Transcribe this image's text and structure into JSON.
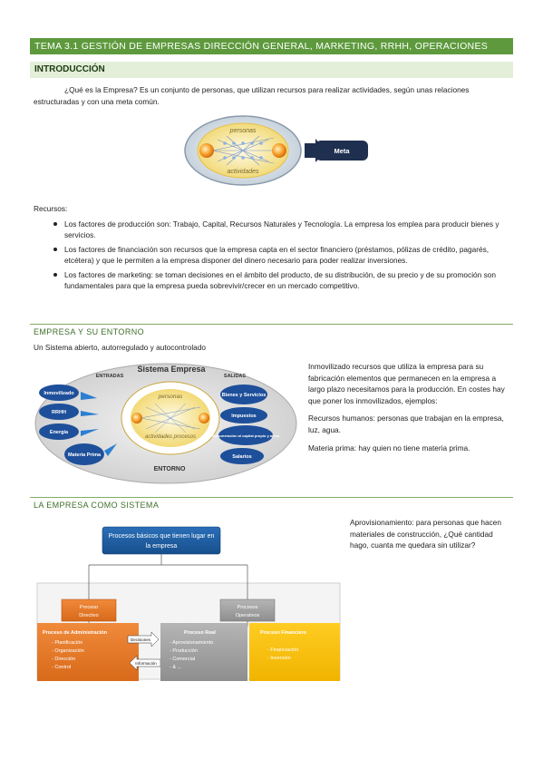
{
  "header": {
    "title": "TEMA 3.1 GESTIÓN DE EMPRESAS DIRECCIÓN GENERAL, MARKETING, RRHH, OPERACIONES",
    "intro": "INTRODUCCIÓN"
  },
  "intro": {
    "question": "¿Qué es la Empresa? Es un conjunto de personas, que utilizan recursos para realizar actividades, según unas relaciones estructuradas y con una meta común.",
    "diagram": {
      "top": "personas",
      "bottom": "actividades",
      "goal": "Meta"
    }
  },
  "resources": {
    "label": "Recursos:",
    "items": [
      "Los factores de producción son: Trabajo, Capital, Recursos Naturales y Tecnología. La empresa los emplea para producir bienes y servicios.",
      "Los factores de financiación son recursos que la empresa capta en el sector financiero (préstamos, pólizas de crédito, pagarés, etcétera) y que le permiten a la empresa disponer del dinero necesario para poder realizar inversiones.",
      "Los factores de marketing: se toman decisiones en el ámbito del producto, de su distribución, de su precio y de su promoción son fundamentales para que la empresa pueda sobrevivir/crecer en un mercado competitivo."
    ]
  },
  "entorno_section": {
    "heading": "EMPRESA Y SU ENTORNO",
    "subtitle": "Un Sistema abierto, autorregulado y autocontrolado",
    "diagram": {
      "title": "Sistema Empresa",
      "inputs_label": "ENTRADAS",
      "outputs_label": "SALIDAS",
      "inputs": [
        "Inmovilizado",
        "RRHH",
        "Energía",
        "Materia Prima"
      ],
      "outputs": [
        "Bienes y Servicios",
        "Impuestos",
        "Remuneración al capital propio y ajeno",
        "Salarios"
      ],
      "center_top": "personas",
      "center_bottom": "actividades procesos",
      "footer": "ENTORNO"
    },
    "side": [
      "Inmovilizado recursos que utiliza la empresa para su fabricación elementos que permanecen en la empresa a largo plazo necesitamos para la producción. En costes hay que poner los inmovilizados, ejemplos:",
      "Recursos humanos: personas que trabajan en la empresa, luz, agua.",
      "Materia prima: hay quien no tiene materia prima."
    ]
  },
  "sistema_section": {
    "heading": "LA EMPRESA COMO SISTEMA",
    "side": "Aprovisionamiento: para personas que hacen materiales de construcción, ¿Qué cantidad hago, cuanta me quedara sin utilizar?",
    "diagram": {
      "top": "Procesos básicos que tienen lugar en la empresa",
      "directivo": "Proceso Directivo",
      "operativo": "Procesos Operativos",
      "admin_title": "Proceso de Administración",
      "admin_items": [
        "Planificación",
        "Organización",
        "Dirección",
        "Control"
      ],
      "real_title": "Proceso Real",
      "real_items": [
        "Aprovisionamiento",
        "Producción",
        "Comercial",
        "& ..."
      ],
      "fin_title": "Proceso Financiero",
      "fin_items": [
        "Financiación",
        "Inversión"
      ],
      "decisiones": "Decisiones",
      "informacion": "Información"
    }
  }
}
